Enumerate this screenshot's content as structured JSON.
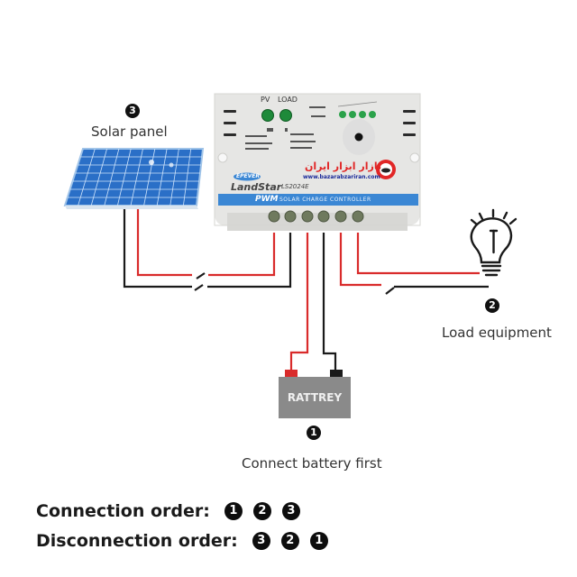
{
  "components": {
    "solar_panel": {
      "label": "Solar panel",
      "step": "3"
    },
    "load": {
      "label": "Load equipment",
      "step": "2"
    },
    "battery": {
      "label": "Connect battery first",
      "step": "1",
      "name": "RATTREY"
    },
    "controller": {
      "indicator_labels": [
        "PV",
        "LOAD"
      ],
      "brand": "EPEVER",
      "model_name": "LandStar",
      "model_number": "LS2024E",
      "band_type": "PWM",
      "band_text": "SOLAR CHARGE CONTROLLER",
      "watermark_title": "بازار ابزار ایران",
      "watermark_url": "www.bazarabzariran.com"
    }
  },
  "order": {
    "connection_label": "Connection order:",
    "connection_steps": [
      "1",
      "2",
      "3"
    ],
    "disconnection_label": "Disconnection order:",
    "disconnection_steps": [
      "3",
      "2",
      "1"
    ]
  },
  "colors": {
    "wire_positive": "#d92b2b",
    "wire_negative": "#1a1a1a",
    "panel_blue": "#3b8fe0",
    "controller_body": "#e9e9e7",
    "band_blue": "#3b87d4",
    "battery_gray": "#8a8a8a",
    "led_green": "#1e8a3a"
  }
}
